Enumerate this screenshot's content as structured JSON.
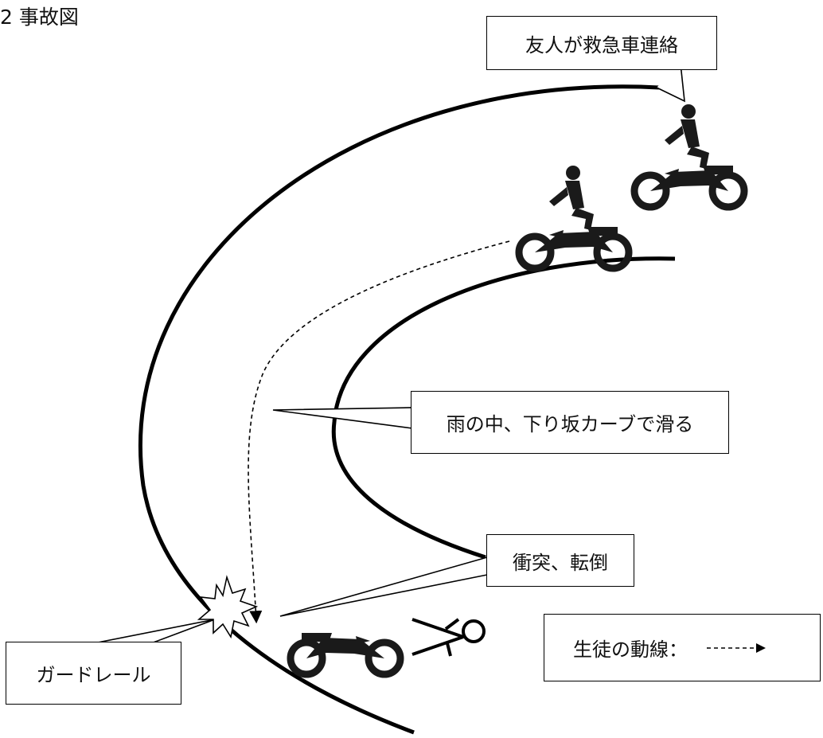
{
  "heading": "2 事故図",
  "callouts": {
    "friend_call": "友人が救急車連絡",
    "slip": "雨の中、下り坂カーブで滑る",
    "collision": "衝突、転倒",
    "guardrail": "ガードレール"
  },
  "legend": {
    "label": "生徒の動線："
  },
  "colors": {
    "line": "#000000",
    "motorcycle": "#1a1a1a",
    "background": "#ffffff"
  }
}
